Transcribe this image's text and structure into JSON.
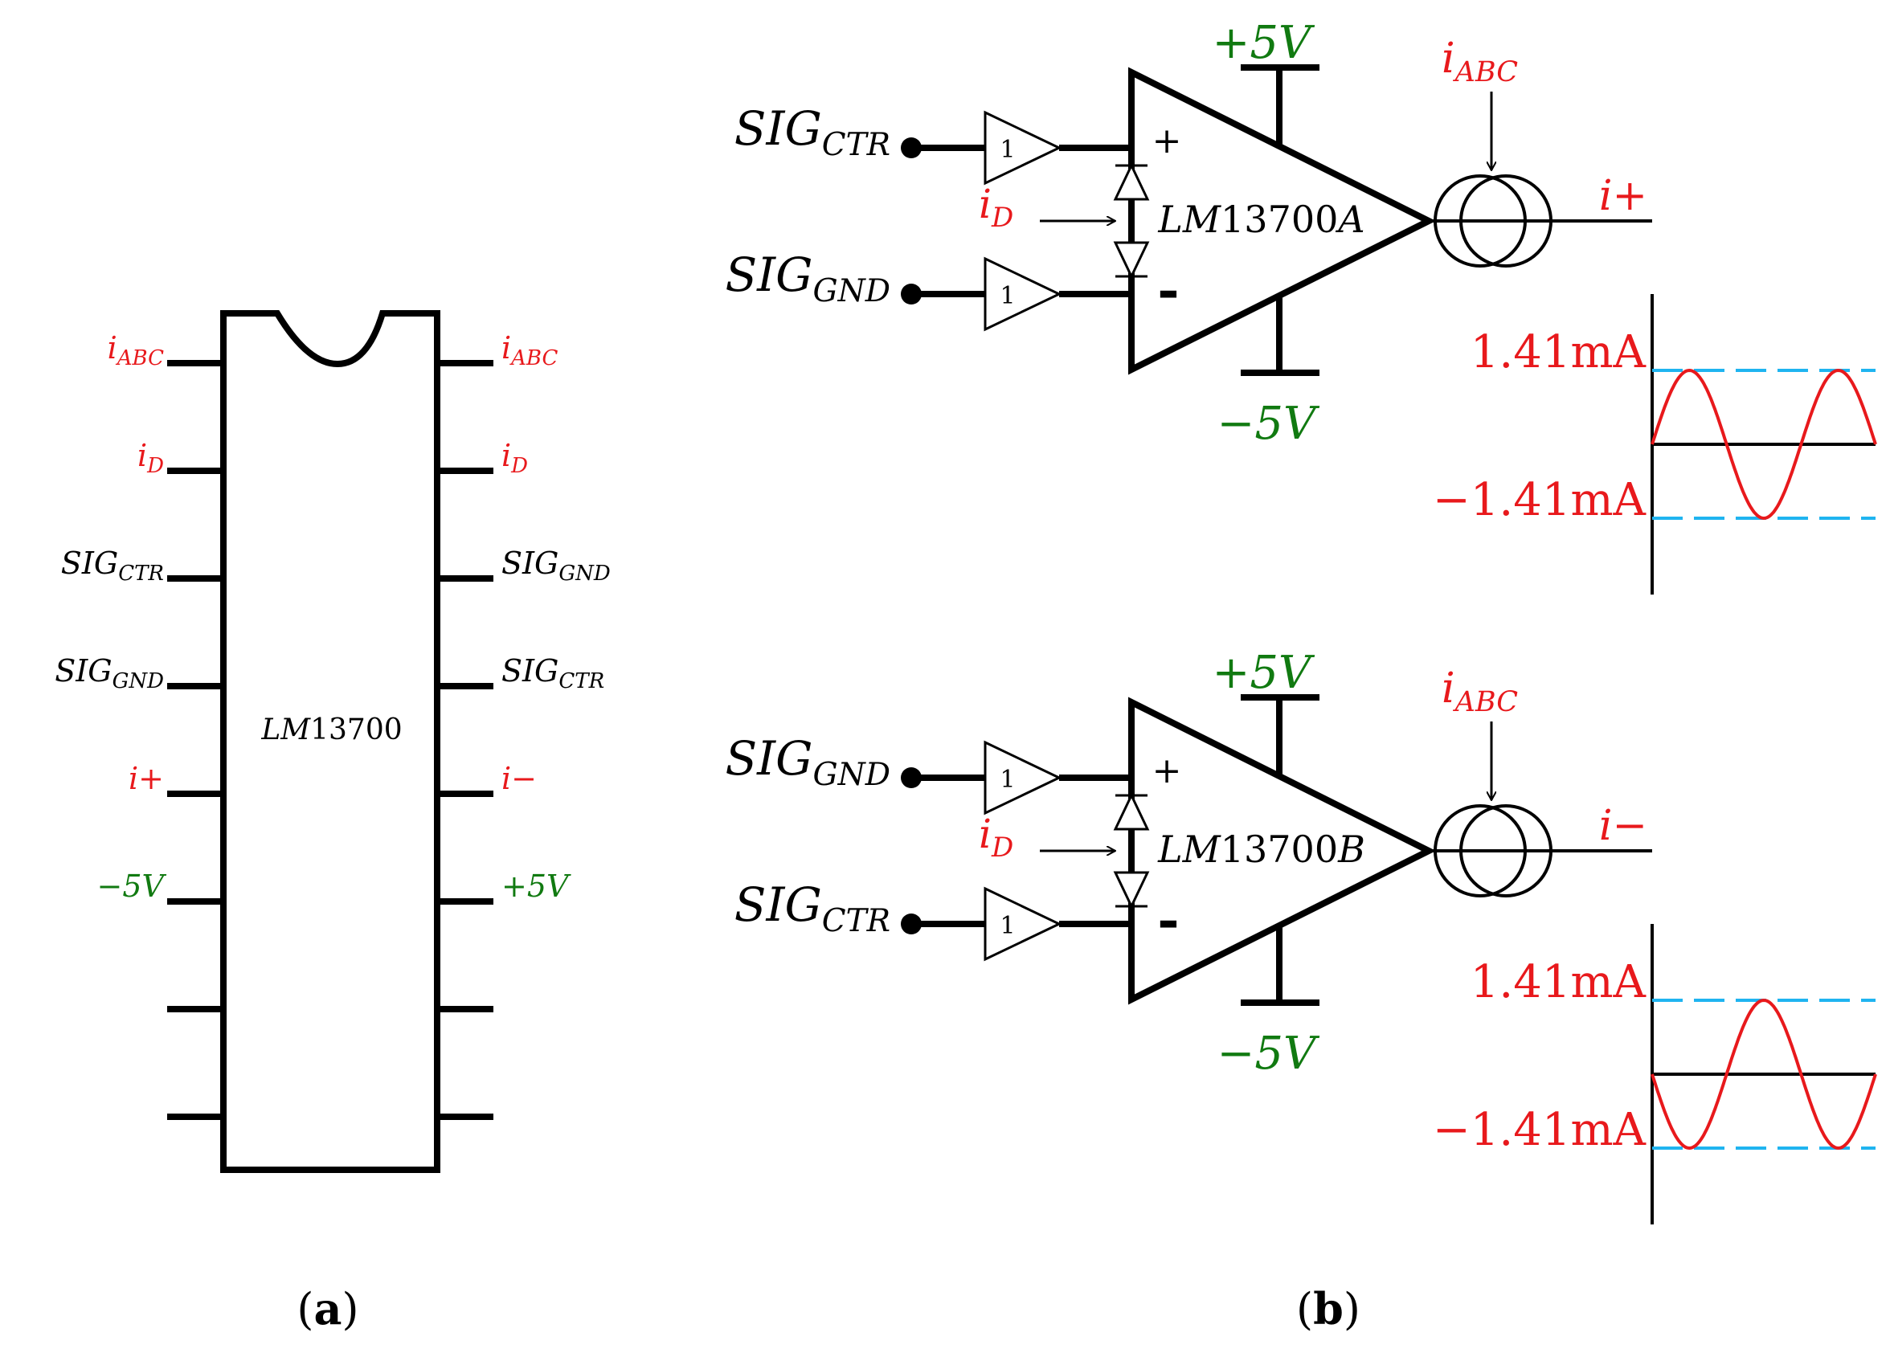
{
  "colors": {
    "signal": "#e8191c",
    "supply": "#117a11",
    "wire": "#000000",
    "limit_line": "#1fb4f0"
  },
  "panel_a": {
    "caption_open": "(",
    "caption_letter": "a",
    "caption_close": ")",
    "chip": {
      "base": "LM",
      "num": "13700"
    },
    "left_pins": [
      {
        "base": "i",
        "sub": "ABC",
        "color": "red"
      },
      {
        "base": "i",
        "sub": "D",
        "color": "red"
      },
      {
        "base": "SIG",
        "sub": "CTR",
        "color": "black"
      },
      {
        "base": "SIG",
        "sub": "GND",
        "color": "black"
      },
      {
        "base": "i+",
        "sub": "",
        "color": "red"
      },
      {
        "base": "−5V",
        "sub": "",
        "color": "green"
      },
      {
        "base": "",
        "sub": "",
        "color": "black"
      },
      {
        "base": "",
        "sub": "",
        "color": "black"
      }
    ],
    "right_pins": [
      {
        "base": "i",
        "sub": "ABC",
        "color": "red"
      },
      {
        "base": "i",
        "sub": "D",
        "color": "red"
      },
      {
        "base": "SIG",
        "sub": "GND",
        "color": "black"
      },
      {
        "base": "SIG",
        "sub": "CTR",
        "color": "black"
      },
      {
        "base": "i−",
        "sub": "",
        "color": "red"
      },
      {
        "base": "+5V",
        "sub": "",
        "color": "green"
      },
      {
        "base": "",
        "sub": "",
        "color": "black"
      },
      {
        "base": "",
        "sub": "",
        "color": "black"
      }
    ]
  },
  "panel_b": {
    "caption_open": "(",
    "caption_letter": "b",
    "caption_close": ")",
    "buffer_gain": "1",
    "plus_sign": "+",
    "minus_sign": "-",
    "circuits": [
      {
        "name": "A",
        "opamp": {
          "base": "LM",
          "num": "13700",
          "suffix": "A"
        },
        "pos_in": {
          "base": "SIG",
          "sub": "CTR"
        },
        "neg_in": {
          "base": "SIG",
          "sub": "GND"
        },
        "vplus": "+5V",
        "vminus": "−5V",
        "iabc": {
          "base": "i",
          "sub": "ABC"
        },
        "id": {
          "base": "i",
          "sub": "D"
        },
        "output": "i+",
        "waveform": {
          "max_label": "1.41mA",
          "min_label": "−1.41mA",
          "amplitude_ma": 1.41,
          "phase": "sine",
          "cycles": 1.5
        }
      },
      {
        "name": "B",
        "opamp": {
          "base": "LM",
          "num": "13700",
          "suffix": "B"
        },
        "pos_in": {
          "base": "SIG",
          "sub": "GND"
        },
        "neg_in": {
          "base": "SIG",
          "sub": "CTR"
        },
        "vplus": "+5V",
        "vminus": "−5V",
        "iabc": {
          "base": "i",
          "sub": "ABC"
        },
        "id": {
          "base": "i",
          "sub": "D"
        },
        "output": "i−",
        "waveform": {
          "max_label": "1.41mA",
          "min_label": "−1.41mA",
          "amplitude_ma": 1.41,
          "phase": "inverted-sine",
          "cycles": 1.5
        }
      }
    ]
  }
}
